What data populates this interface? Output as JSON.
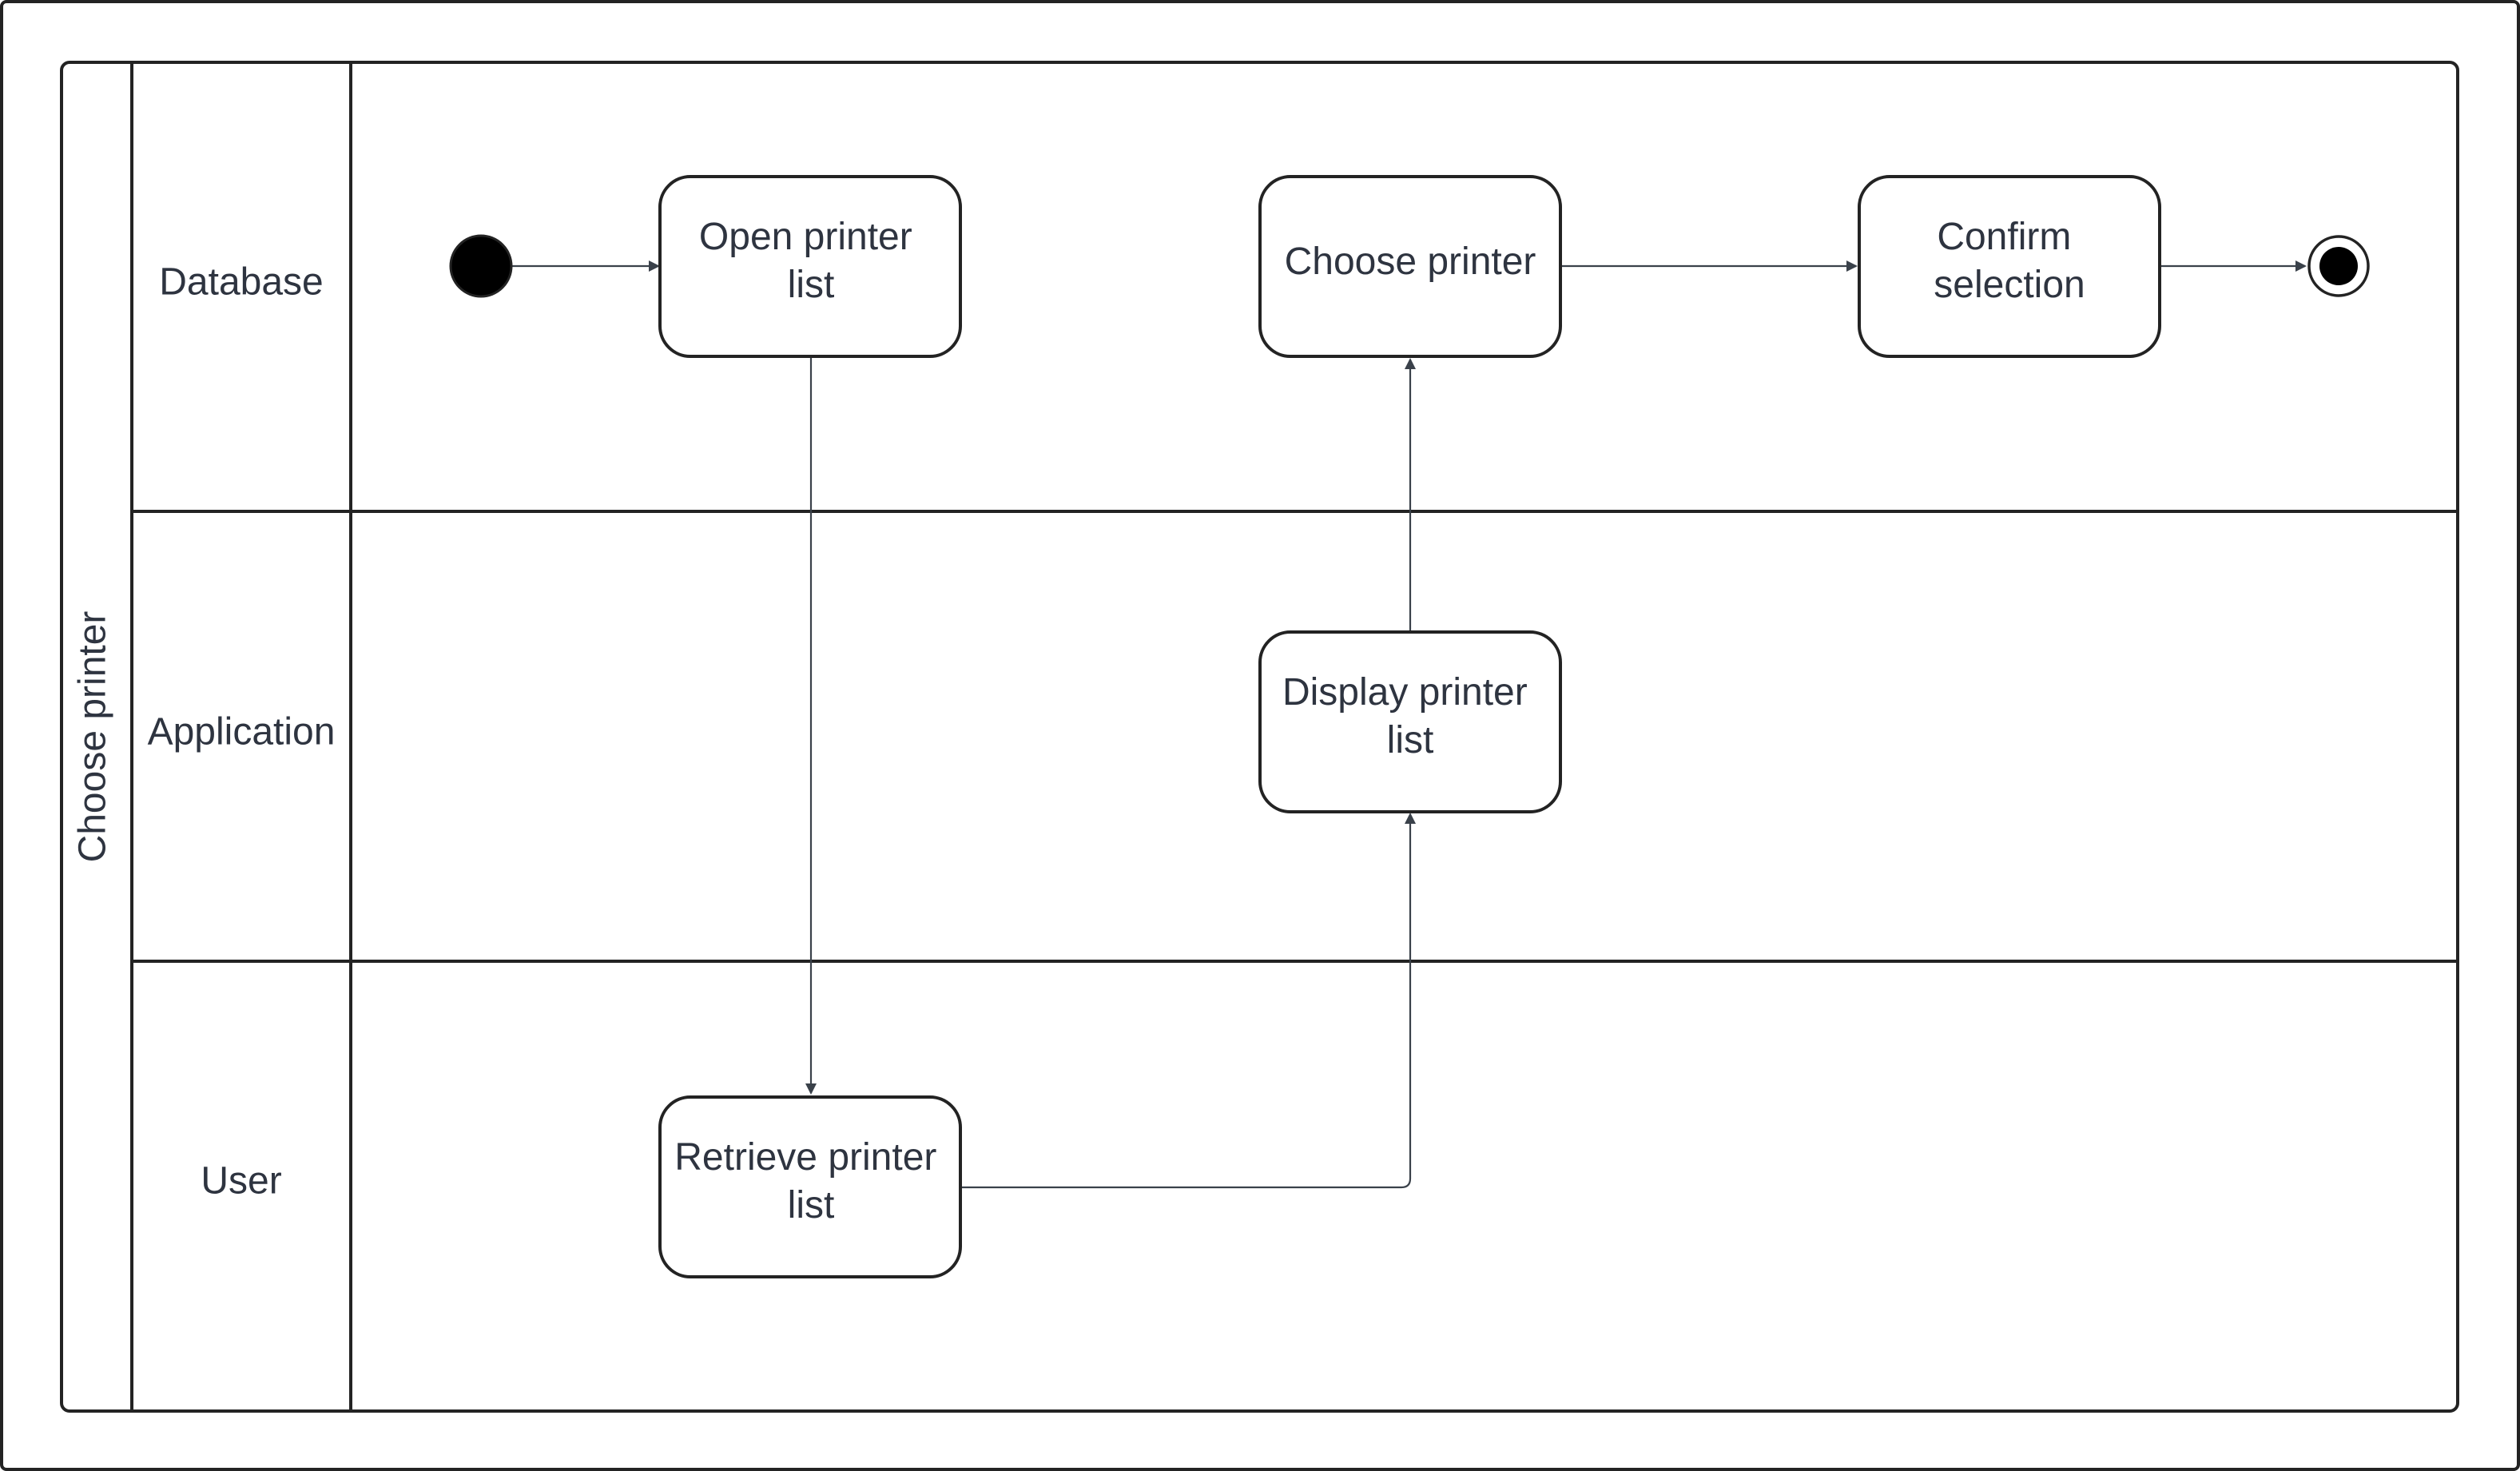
{
  "pool": {
    "title": "Choose printer"
  },
  "lanes": [
    {
      "id": "database",
      "label": "Database"
    },
    {
      "id": "application",
      "label": "Application"
    },
    {
      "id": "user",
      "label": "User"
    }
  ],
  "nodes": {
    "start": {
      "type": "initial"
    },
    "open_list": {
      "type": "action",
      "lines": [
        "Open printer",
        "list"
      ]
    },
    "choose_printer": {
      "type": "action",
      "lines": [
        "Choose printer"
      ]
    },
    "confirm": {
      "type": "action",
      "lines": [
        "Confirm",
        "selection"
      ]
    },
    "end": {
      "type": "final"
    },
    "display_list": {
      "type": "action",
      "lines": [
        "Display printer",
        "list"
      ]
    },
    "retrieve_list": {
      "type": "action",
      "lines": [
        "Retrieve printer",
        "list"
      ]
    }
  },
  "edges": [
    {
      "from": "start",
      "to": "open_list"
    },
    {
      "from": "open_list",
      "to": "retrieve_list"
    },
    {
      "from": "retrieve_list",
      "to": "display_list"
    },
    {
      "from": "display_list",
      "to": "choose_printer"
    },
    {
      "from": "choose_printer",
      "to": "confirm"
    },
    {
      "from": "confirm",
      "to": "end"
    }
  ]
}
